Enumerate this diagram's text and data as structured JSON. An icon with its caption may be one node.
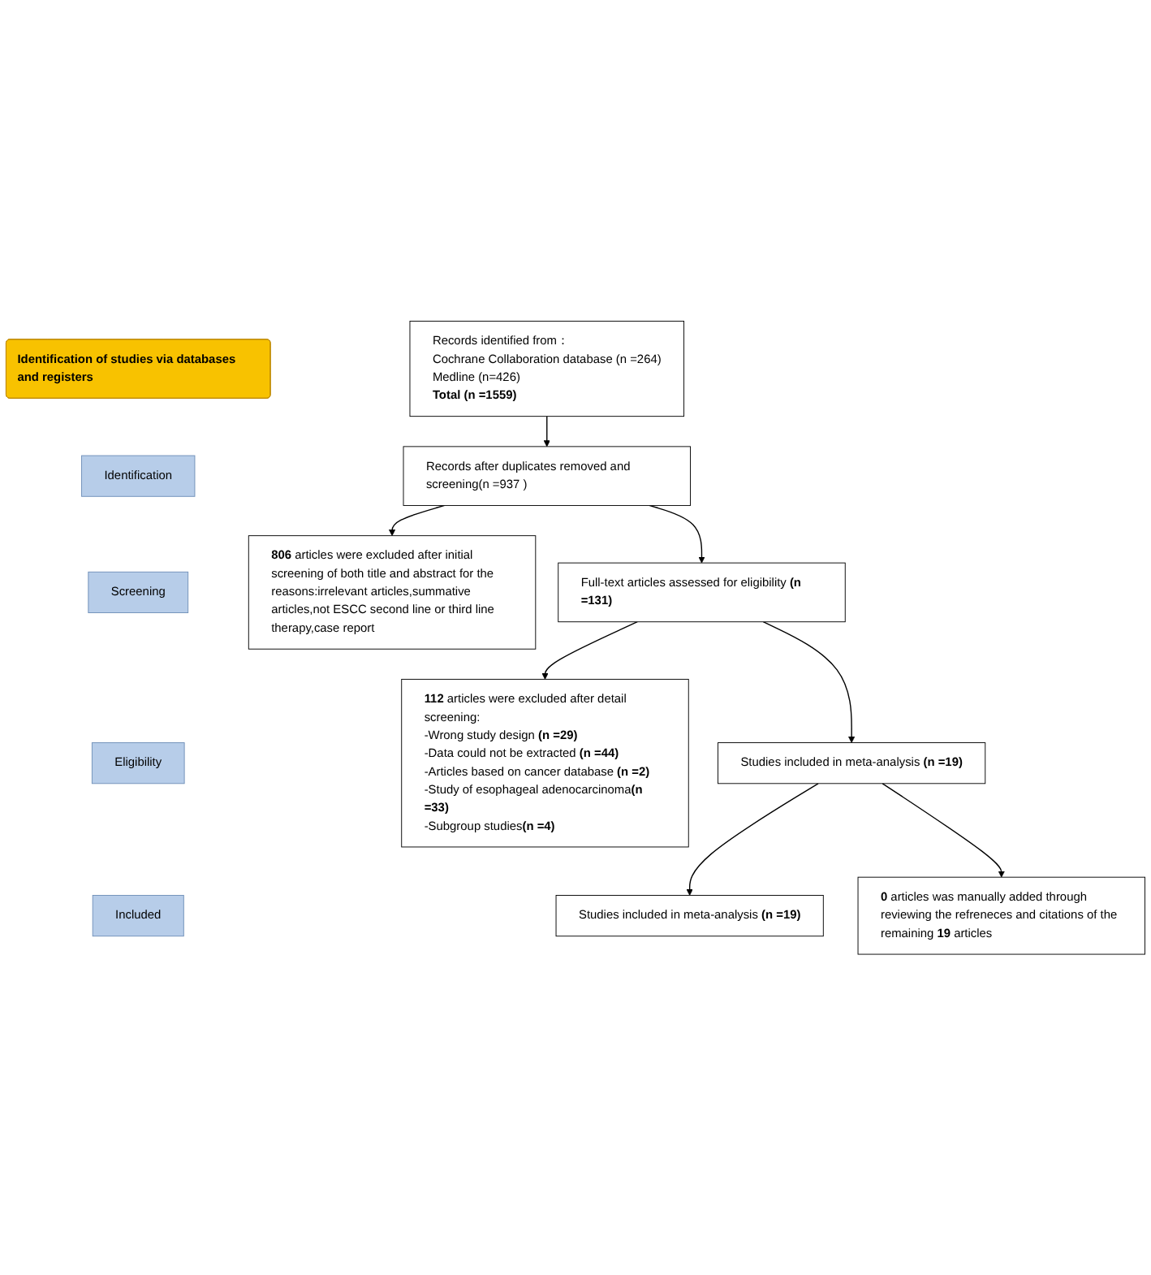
{
  "diagram": {
    "nodes": [
      {
        "text": [
          "Identification of studies via databases and registers"
        ]
      },
      {
        "text": [
          "Identification"
        ]
      },
      {
        "text": [
          "Records identified from：",
          "Cochrane Collaboration database (n =264)",
          "Medline (n=426)",
          "**Total (n =1559)**"
        ]
      },
      {
        "text": [
          "Screening"
        ]
      },
      {
        "text": [
          "Records after duplicates removed and screening(n =937 )"
        ]
      },
      {
        "text": [
          "**806** articles were excluded after initial screening of both title and abstract for the reasons:irrelevant articles,summative articles,not ESCC second line or third line therapy,case report"
        ]
      },
      {
        "text": [
          "Eligibility"
        ]
      },
      {
        "text": [
          "Full-text articles assessed for eligibility **(n =131)**"
        ]
      },
      {
        "text": [
          "**112** articles were excluded after detail screening:",
          "-Wrong study design **(n =29)**",
          "-Data could not be extracted **(n =44)**",
          "-Articles based on cancer database **(n =2)**",
          "-Study of esophageal adenocarcinoma**(n =33)**",
          "-Subgroup studies**(n =4)**"
        ]
      },
      {
        "text": [
          "Studies included in meta-analysis **(n =19)**"
        ]
      },
      {
        "text": [
          "Included"
        ]
      },
      {
        "text": [
          "**0** articles was manually added through reviewing the refreneces and citations of the remaining **19** articles"
        ]
      },
      {
        "text": [
          "Studies included in meta-analysis **(n =19)**"
        ]
      }
    ],
    "edges": [
      {
        "from": 2,
        "to": 4,
        "arrow": "to"
      },
      {
        "from": 4,
        "to": 7,
        "arrow": "to"
      },
      {
        "from": 4,
        "to": 5,
        "arrow": "to"
      },
      {
        "from": 7,
        "to": 9,
        "arrow": "to"
      },
      {
        "from": 7,
        "to": 8,
        "arrow": "to"
      },
      {
        "from": 9,
        "to": 12,
        "arrow": "to"
      },
      {
        "from": 9,
        "to": 11,
        "arrow": "to"
      }
    ]
  }
}
